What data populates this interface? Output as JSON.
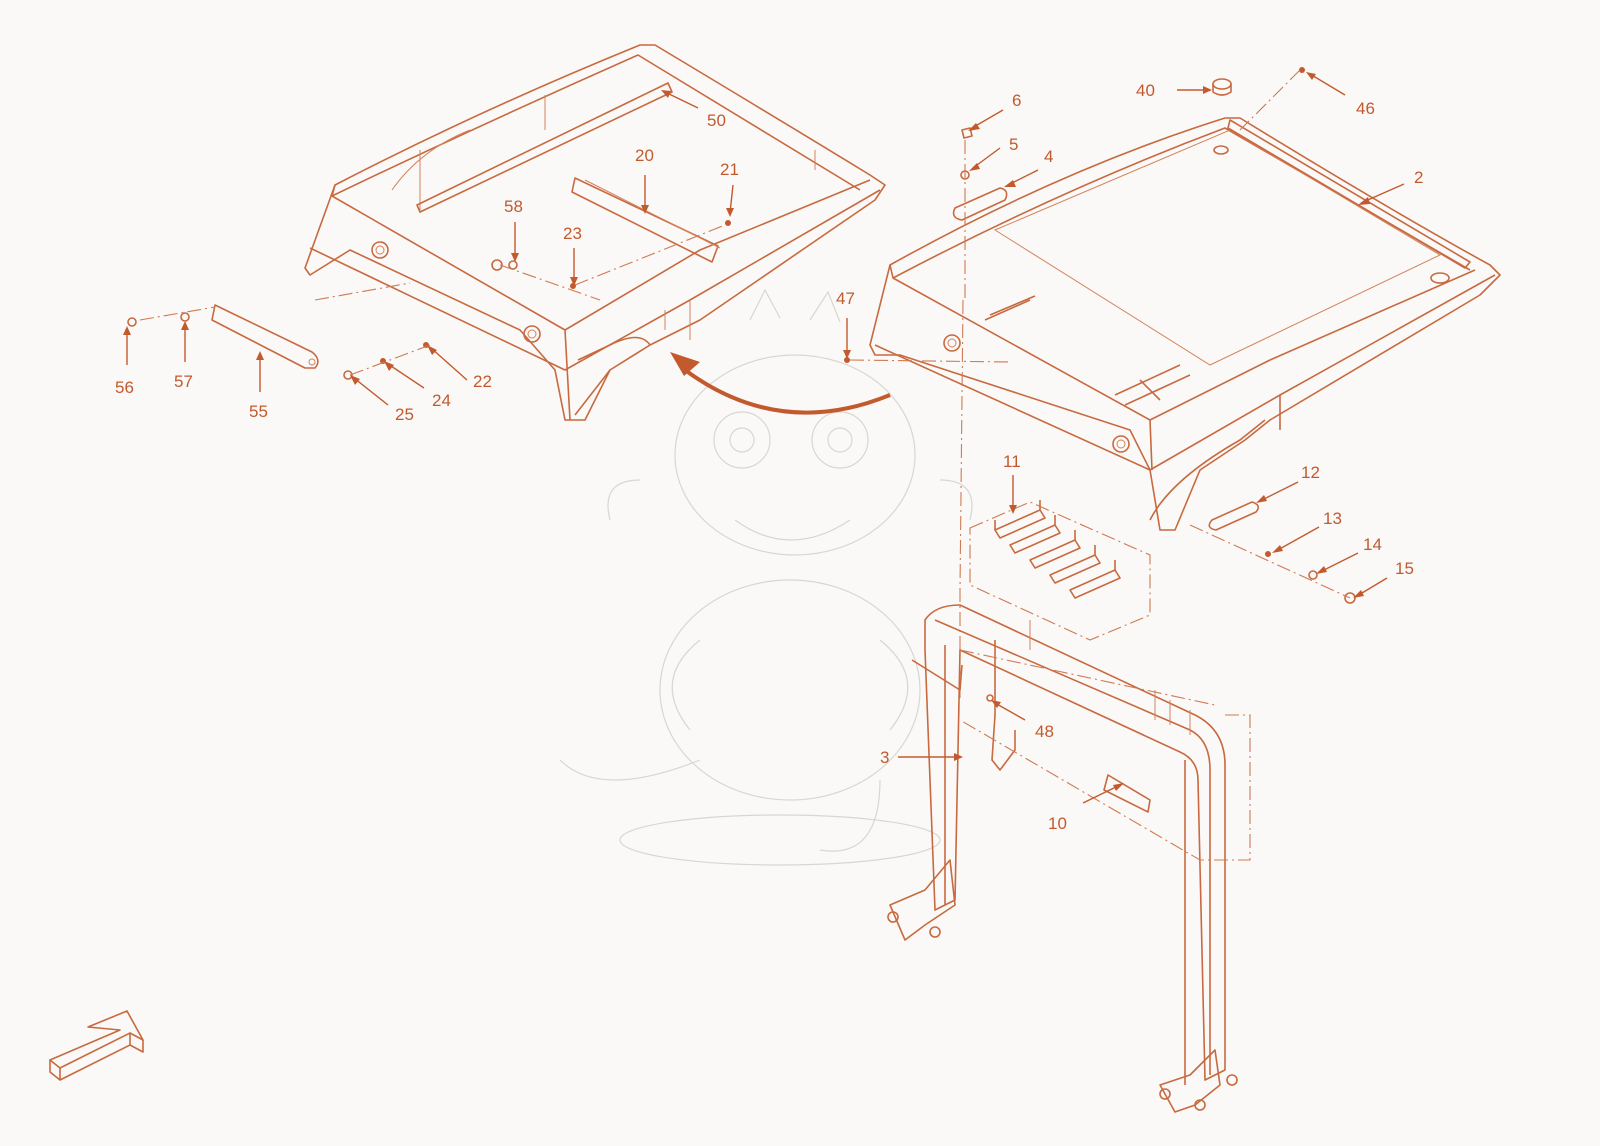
{
  "colors": {
    "line": "#c8693f",
    "label": "#c35a2e",
    "background": "#faf9f7",
    "watermark": "#d9d6d2"
  },
  "callouts": [
    {
      "id": "c2",
      "text": "2"
    },
    {
      "id": "c3",
      "text": "3"
    },
    {
      "id": "c4",
      "text": "4"
    },
    {
      "id": "c5",
      "text": "5"
    },
    {
      "id": "c6",
      "text": "6"
    },
    {
      "id": "c10",
      "text": "10"
    },
    {
      "id": "c11",
      "text": "11"
    },
    {
      "id": "c12",
      "text": "12"
    },
    {
      "id": "c13",
      "text": "13"
    },
    {
      "id": "c14",
      "text": "14"
    },
    {
      "id": "c15",
      "text": "15"
    },
    {
      "id": "c20",
      "text": "20"
    },
    {
      "id": "c21",
      "text": "21"
    },
    {
      "id": "c22",
      "text": "22"
    },
    {
      "id": "c23",
      "text": "23"
    },
    {
      "id": "c24",
      "text": "24"
    },
    {
      "id": "c25",
      "text": "25"
    },
    {
      "id": "c40",
      "text": "40"
    },
    {
      "id": "c46",
      "text": "46"
    },
    {
      "id": "c47",
      "text": "47"
    },
    {
      "id": "c48",
      "text": "48"
    },
    {
      "id": "c50",
      "text": "50"
    },
    {
      "id": "c55",
      "text": "55"
    },
    {
      "id": "c56",
      "text": "56"
    },
    {
      "id": "c57",
      "text": "57"
    },
    {
      "id": "c58",
      "text": "58"
    }
  ],
  "icons": {
    "direction": "front-direction-arrow-icon",
    "rotate": "rotate-view-arrow-icon",
    "watermark": "dragon-watermark-icon"
  }
}
